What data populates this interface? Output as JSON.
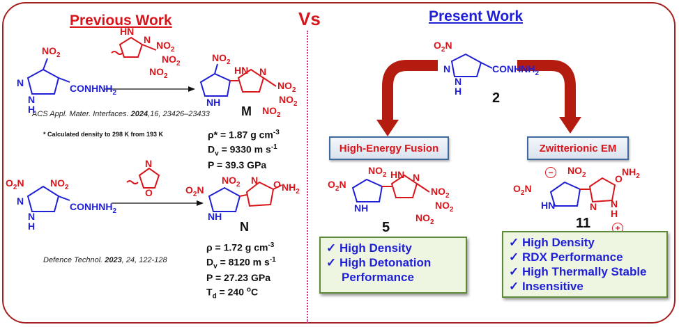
{
  "headers": {
    "previous": "Previous Work",
    "vs": "Vs",
    "present": "Present Work"
  },
  "previous": {
    "mol_a": {
      "no2": "NO",
      "sub2": "2",
      "hn": "N",
      "nh": "N",
      "h": "H",
      "side": "CONHNH",
      "side_sub": "2"
    },
    "reagent1": {
      "hn": "HN",
      "n": "N",
      "no2_a": "NO",
      "no2_b": "NO",
      "no2_c": "NO",
      "sub": "2"
    },
    "product_m": {
      "no2": "NO",
      "sub": "2",
      "hn": "HN",
      "n": "N",
      "nh": "NH",
      "no2_a": "NO",
      "no2_b": "NO",
      "no2_c": "NO",
      "label": "M"
    },
    "ref1_pre": "ACS Appl. Mater. Interfaces.",
    "ref1_year": "2024",
    "ref1_post": ",16, 23426–23433",
    "footnote": "* Calculated density to 298 K from 193 K",
    "props_m": {
      "rho": "ρ* = 1.87 g cm",
      "rho_exp": "-3",
      "dv": "D",
      "dv_sub": "v",
      "dv_val": " = 9330  m s",
      "dv_exp": "-1",
      "p": "P = 39.3 GPa"
    },
    "mol_b": {
      "o2n": "O",
      "o2n_sub": "2",
      "o2n_n": "N",
      "no2": "NO",
      "sub": "2",
      "n": "N",
      "nh": "N",
      "h": "H",
      "side": "CONHNH",
      "side_sub": "2"
    },
    "reagent2": {
      "o": "O",
      "n": "N"
    },
    "product_n": {
      "o2n": "O",
      "o2n_sub": "2",
      "o2n_n": "N",
      "no2": "NO",
      "sub": "2",
      "n": "N",
      "hn": "N",
      "h": "H",
      "o": "O",
      "nh2": "NH",
      "nh2_sub": "2",
      "label": "N"
    },
    "props_n": {
      "rho": "ρ = 1.72 g cm",
      "rho_exp": "-3",
      "dv": "D",
      "dv_sub": "v",
      "dv_val": " = 8120  m s",
      "dv_exp": "-1",
      "p": "P = 27.23 GPa",
      "td": "T",
      "td_sub": "d",
      "td_val": " = 240 ",
      "td_deg": "o",
      "td_unit": "C"
    },
    "ref2_pre": "Defence Technol.",
    "ref2_year": "2023",
    "ref2_post": ", 24, 122-128"
  },
  "present": {
    "start": {
      "o2n": "O",
      "o2n_sub": "2",
      "o2n_n": "N",
      "n": "N",
      "nh": "N",
      "h": "H",
      "side": "CONHNH",
      "side_sub": "2",
      "label": "2"
    },
    "tag_left": "High-Energy Fusion",
    "tag_right": "Zwitterionic EM",
    "mol5": {
      "o2n": "O",
      "o2n_sub": "2",
      "o2n_n": "N",
      "no2": "NO",
      "sub": "2",
      "hn": "HN",
      "n": "N",
      "nh": "NH",
      "no2_a": "NO",
      "no2_b": "NO",
      "no2_c": "NO",
      "label": "5"
    },
    "mol11": {
      "o2n": "O",
      "o2n_sub": "2",
      "o2n_n": "N",
      "minus": "−",
      "no2": "NO",
      "sub": "2",
      "hn": "HN",
      "o": "O",
      "nh2": "NH",
      "nh2_sub": "2",
      "n": "N",
      "nh": "N",
      "h": "H",
      "plus": "+",
      "label": "11"
    },
    "box5": [
      "✓ High Density",
      "✓ High Detonation",
      "Performance"
    ],
    "box11": [
      "✓ High Density",
      "✓ RDX Performance",
      "✓ High Thermally Stable",
      "✓ Insensitive"
    ]
  },
  "colors": {
    "frame": "#a3201f",
    "accent_red": "#d8151a",
    "blue": "#1f1fd6",
    "arrow": "#b51c10",
    "box_border": "#5d8a38"
  }
}
